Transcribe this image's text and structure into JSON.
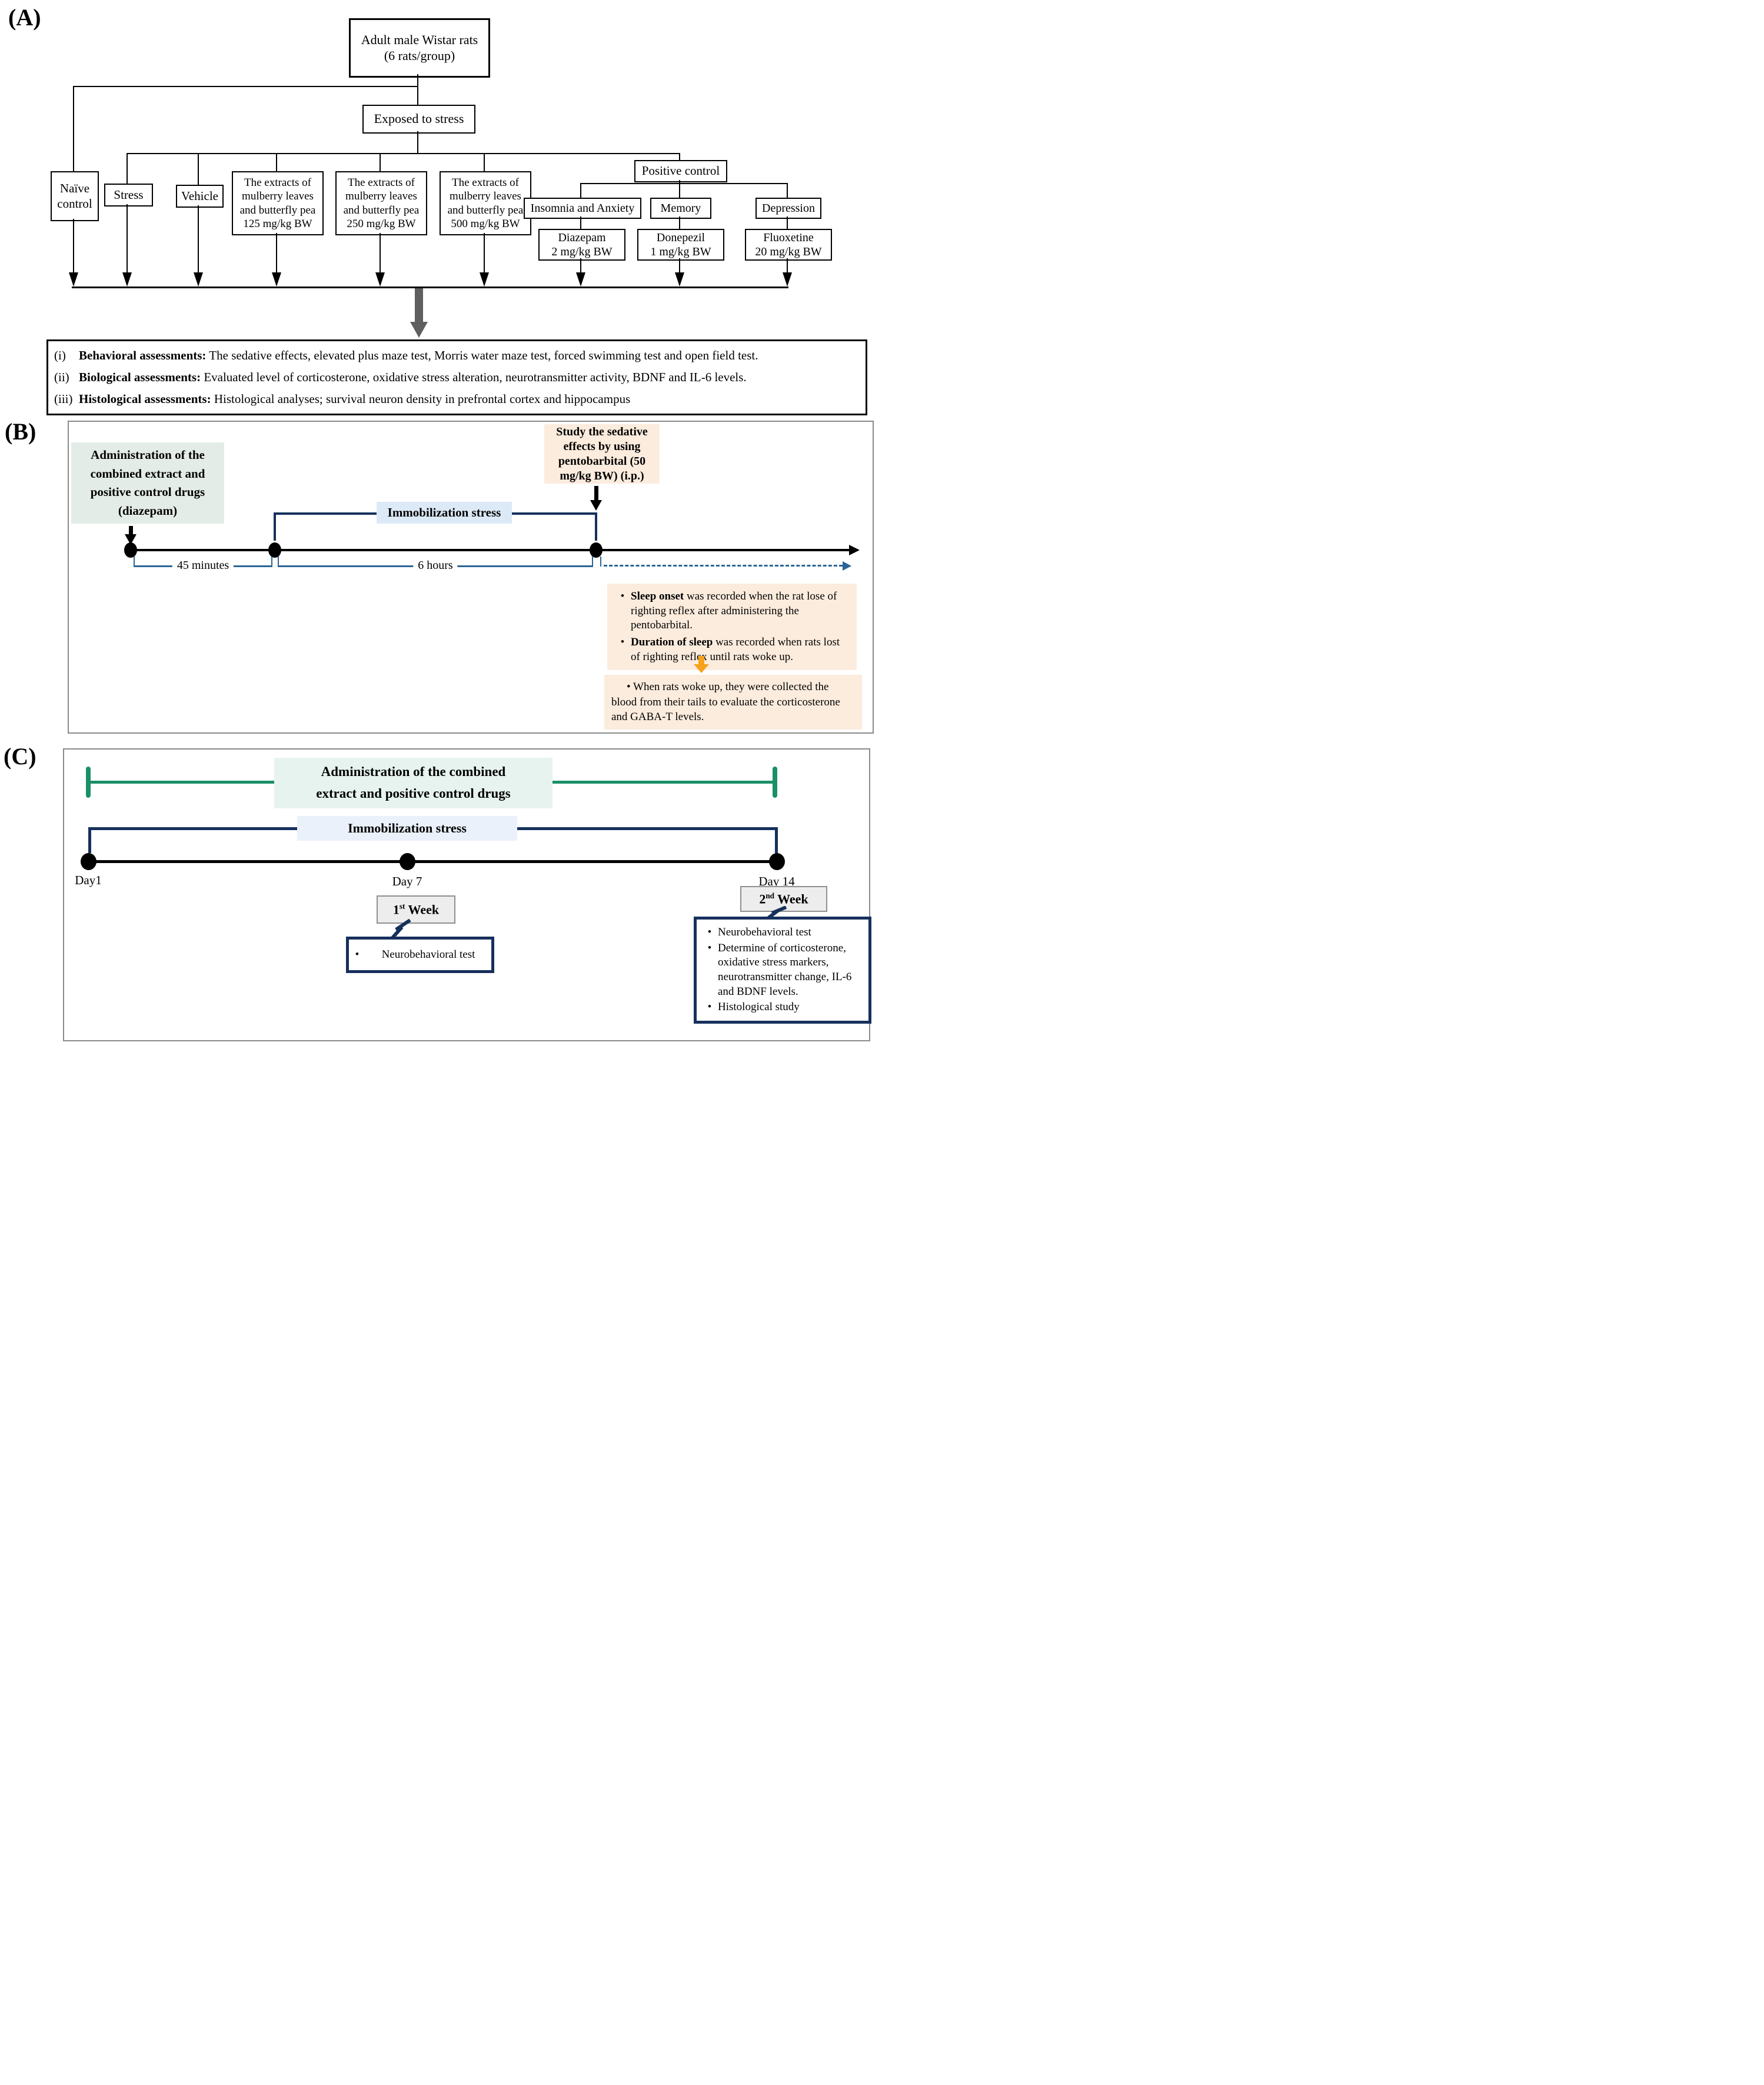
{
  "colors": {
    "green_timeline": "#1a8f68",
    "navy": "#16305c",
    "steel_blue": "#2a6496",
    "peach_box": "#fcecdd",
    "mint_box": "#e3ece7",
    "banner_mint": "#e7f3ef",
    "light_blue_label": "#dce9f7",
    "lighter_blue_label": "#eaf1fa",
    "gray_arrow": "#5f5f5f",
    "week_box_bg": "#ededed"
  },
  "panelA": {
    "label": "(A)",
    "top_box": "Adult male Wistar rats\n(6 rats/group)",
    "exposed_box": "Exposed to stress",
    "groups": {
      "naive": "Naïve\ncontrol",
      "stress": "Stress",
      "vehicle": "Vehicle",
      "extract125": "The extracts of\nmulberry leaves\nand butterfly pea\n125 mg/kg BW",
      "extract250": "The extracts of\nmulberry leaves\nand butterfly pea\n250 mg/kg BW",
      "extract500": "The extracts of\nmulberry leaves\nand butterfly pea\n500 mg/kg BW"
    },
    "positive_control": {
      "label": "Positive control",
      "categories": {
        "insomnia": "Insomnia and Anxiety",
        "memory": "Memory",
        "depression": "Depression"
      },
      "drugs": {
        "diazepam": "Diazepam\n2 mg/kg BW",
        "donepezil": "Donepezil\n1 mg/kg BW",
        "fluoxetine": "Fluoxetine\n20 mg/kg BW"
      }
    },
    "assessments": [
      {
        "num": "(i)",
        "title": "Behavioral assessments:",
        "text": " The sedative effects, elevated plus maze test, Morris water maze test, forced swimming test and open field test."
      },
      {
        "num": "(ii)",
        "title": "Biological assessments:",
        "text": " Evaluated level of corticosterone, oxidative stress alteration, neurotransmitter activity, BDNF and IL-6 levels."
      },
      {
        "num": "(iii)",
        "title": "Histological assessments:",
        "text": " Histological analyses; survival neuron density in prefrontal cortex and hippocampus"
      }
    ]
  },
  "panelB": {
    "label": "(B)",
    "admin_box": "Administration of the\ncombined extract and\npositive control drugs\n(diazepam)",
    "stress_label": "Immobilization stress",
    "pentobarbital_box": "Study the sedative\neffects by using\npentobarbital (50\nmg/kg BW) (i.p.)",
    "interval_1": "45 minutes",
    "interval_2": "6 hours",
    "sleep_notes": [
      {
        "bullet": "•",
        "lead": "Sleep onset",
        "text": " was recorded when the rat lose of righting reflex after administering the pentobarbital."
      },
      {
        "bullet": "•",
        "lead": "Duration of sleep",
        "text": " was recorded when rats lost of righting reflex until rats woke up."
      }
    ],
    "blood_note": "•  When rats woke up, they were collected the blood from their tails to evaluate the corticosterone and GABA-T levels."
  },
  "panelC": {
    "label": "(C)",
    "admin_banner": "Administration of the combined\nextract and positive control drugs",
    "stress_label": "Immobilization stress",
    "days": {
      "day1": "Day1",
      "day7": "Day 7",
      "day14": "Day 14"
    },
    "week1": {
      "num": "1",
      "sup": "st",
      "word": " Week"
    },
    "week2": {
      "num": "2",
      "sup": "nd",
      "word": " Week"
    },
    "callout_week1": [
      {
        "bullet": "•",
        "text": "Neurobehavioral test"
      }
    ],
    "callout_week2": [
      {
        "bullet": "•",
        "text": "Neurobehavioral test"
      },
      {
        "bullet": "•",
        "text": "Determine of corticosterone, oxidative stress markers, neurotransmitter change, IL-6 and BDNF levels."
      },
      {
        "bullet": "•",
        "text": "Histological study"
      }
    ]
  }
}
